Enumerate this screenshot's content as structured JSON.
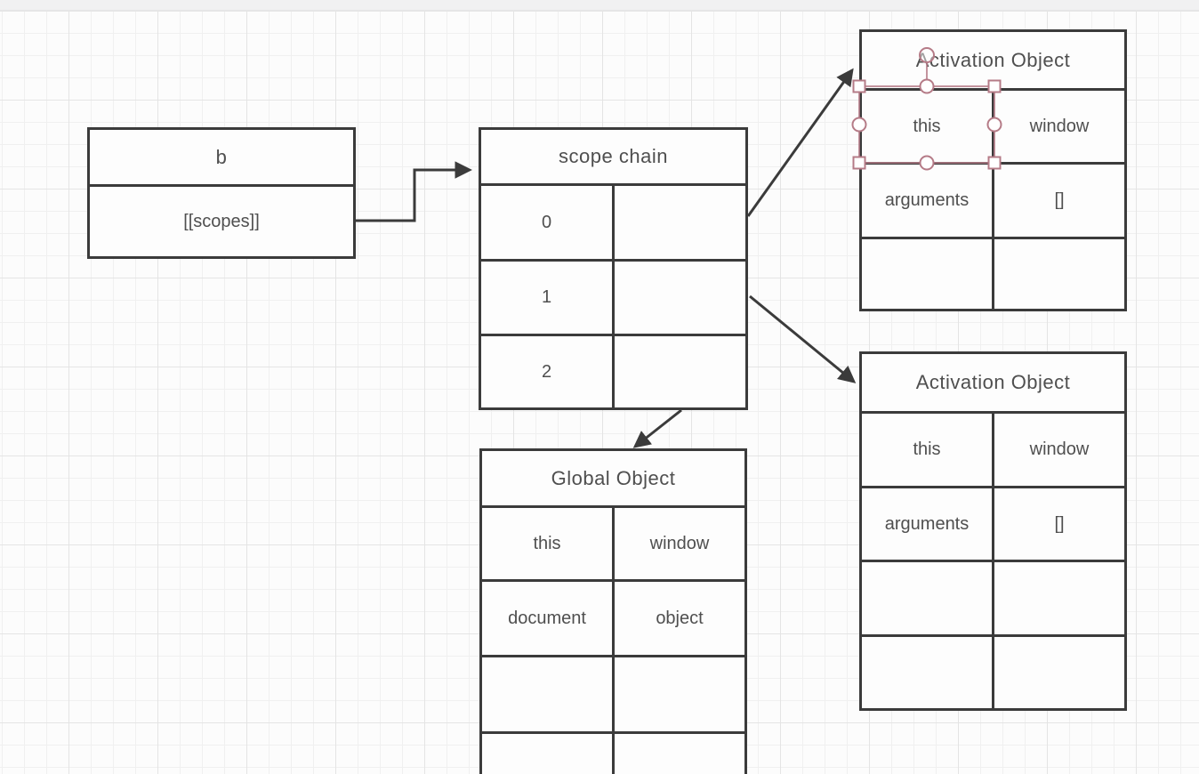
{
  "colors": {
    "canvas_bg": "#fcfcfc",
    "grid_minor": "#f0f0f0",
    "grid_major": "#e4e4e4",
    "top_strip": "#f1f1f2",
    "border": "#3b3b3b",
    "text": "#4f4f4f",
    "selection": "#b57b87"
  },
  "boxes": {
    "b": {
      "title": "b",
      "rows": [
        {
          "left": "[[scopes]]"
        }
      ]
    },
    "scope_chain": {
      "title": "scope chain",
      "rows": [
        {
          "left": "0",
          "right": ""
        },
        {
          "left": "1",
          "right": ""
        },
        {
          "left": "2",
          "right": ""
        }
      ]
    },
    "activation_top": {
      "title": "Activation Object",
      "rows": [
        {
          "left": "this",
          "right": "window"
        },
        {
          "left": "arguments",
          "right": "[]"
        },
        {
          "left": "",
          "right": ""
        }
      ]
    },
    "activation_bottom": {
      "title": "Activation Object",
      "rows": [
        {
          "left": "this",
          "right": "window"
        },
        {
          "left": "arguments",
          "right": "[]"
        },
        {
          "left": "",
          "right": ""
        },
        {
          "left": "",
          "right": ""
        }
      ]
    },
    "global_object": {
      "title": "Global Object",
      "rows": [
        {
          "left": "this",
          "right": "window"
        },
        {
          "left": "document",
          "right": "object"
        },
        {
          "left": "",
          "right": ""
        },
        {
          "left": "",
          "right": ""
        }
      ]
    }
  },
  "connectors": [
    {
      "from": "b [[scopes]]",
      "to": "scope chain"
    },
    {
      "from": "scope chain 0",
      "to": "Activation Object (top)"
    },
    {
      "from": "scope chain 1",
      "to": "Activation Object (bottom)"
    },
    {
      "from": "scope chain 2",
      "to": "Global Object"
    }
  ]
}
